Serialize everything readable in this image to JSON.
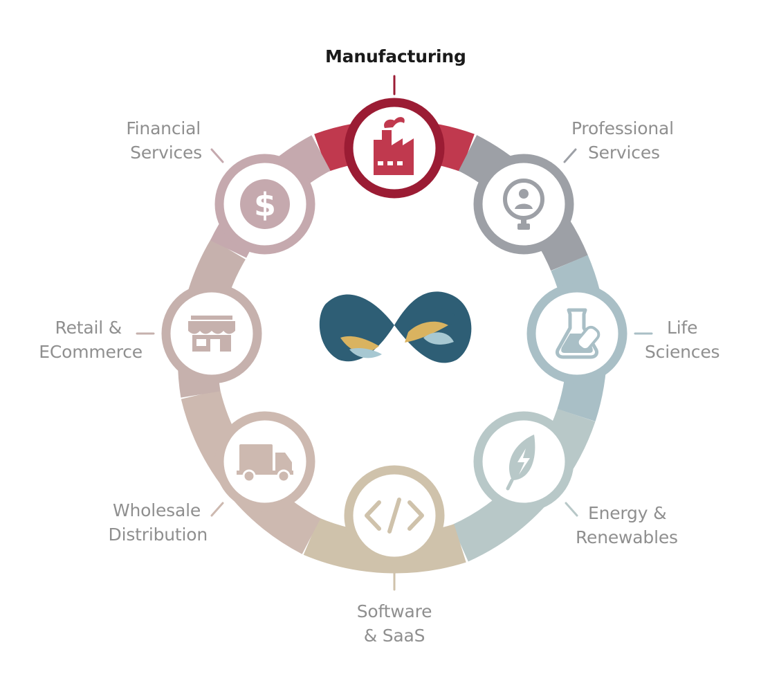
{
  "colors": {
    "manufacturing": "#9b1c34",
    "manufacturing_band": "#c0394e",
    "professional": "#9da0a6",
    "life": "#a9bfc6",
    "energy": "#b8c8c8",
    "software": "#cfc2ab",
    "wholesale": "#cdb9b0",
    "retail": "#c6b1ad",
    "financial": "#c5a9ae",
    "label_default": "#8f8f8f",
    "label_active": "#1a1a1a",
    "logo_dark": "#2e5e75",
    "logo_gold": "#d9b360",
    "logo_light": "#a7c8d2"
  },
  "industries": [
    {
      "id": "manufacturing",
      "lines": [
        "Manufacturing"
      ],
      "icon": "factory-icon",
      "active": true
    },
    {
      "id": "professional-services",
      "lines": [
        "Professional",
        "Services"
      ],
      "icon": "consultant-icon",
      "active": false
    },
    {
      "id": "life-sciences",
      "lines": [
        "Life",
        "Sciences"
      ],
      "icon": "flask-icon",
      "active": false
    },
    {
      "id": "energy-renewables",
      "lines": [
        "Energy &",
        "Renewables"
      ],
      "icon": "leaf-bolt-icon",
      "active": false
    },
    {
      "id": "software-saas",
      "lines": [
        "Software",
        "& SaaS"
      ],
      "icon": "code-icon",
      "active": false
    },
    {
      "id": "wholesale-distribution",
      "lines": [
        "Wholesale",
        "Distribution"
      ],
      "icon": "truck-icon",
      "active": false
    },
    {
      "id": "retail-ecommerce",
      "lines": [
        "Retail &",
        "ECommerce"
      ],
      "icon": "storefront-icon",
      "active": false
    },
    {
      "id": "financial-services",
      "lines": [
        "Financial",
        "Services"
      ],
      "icon": "dollar-icon",
      "active": false
    }
  ]
}
